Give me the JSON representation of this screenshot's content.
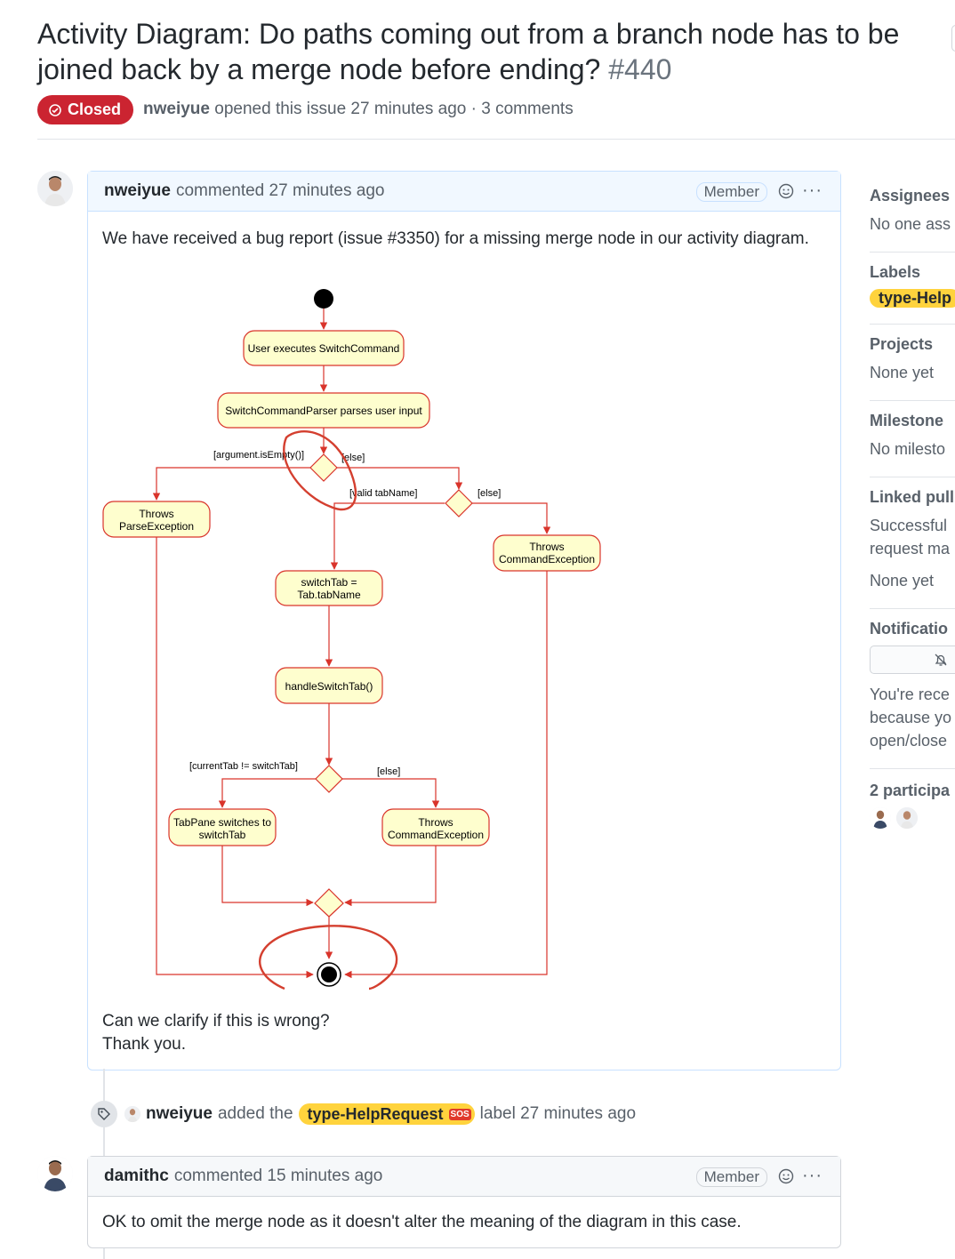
{
  "issue": {
    "title": "Activity Diagram: Do paths coming out from a branch node has to be joined back by a merge node before ending?",
    "number": "#440",
    "state": "Closed",
    "author": "nweiyue",
    "opened_text": "opened this issue 27 minutes ago · 3 comments"
  },
  "comments": [
    {
      "author": "nweiyue",
      "time": "commented 27 minutes ago",
      "badge": "Member",
      "body_1": "We have received a bug report (issue #3350) for a missing merge node in our activity diagram.",
      "body_2": "Can we clarify if this is wrong?",
      "body_3": "Thank you."
    },
    {
      "author": "damithc",
      "time": "commented 15 minutes ago",
      "badge": "Member",
      "body_1": "OK to omit the merge node as it doesn't alter the meaning of the diagram in this case."
    }
  ],
  "event": {
    "actor": "nweiyue",
    "pre": "added the",
    "label": "type-HelpRequest",
    "label_icon": "SOS",
    "post": "label 27 minutes ago"
  },
  "diagram": {
    "node_user_exec": "User executes SwitchCommand",
    "node_parser": "SwitchCommandParser parses user input",
    "guard_arg_empty": "[argument.isEmpty()]",
    "guard_else_1": "[else]",
    "guard_valid_tab": "[valid tabName]",
    "guard_else_2": "[else]",
    "node_parse_ex_1": "Throws",
    "node_parse_ex_2": "ParseException",
    "node_cmd_ex_a1": "Throws",
    "node_cmd_ex_a2": "CommandException",
    "node_switch_1": "switchTab =",
    "node_switch_2": "Tab.tabName",
    "node_handle": "handleSwitchTab()",
    "guard_current_tab": "[currentTab != switchTab]",
    "guard_else_3": "[else]",
    "node_tabpane_1": "TabPane switches to",
    "node_tabpane_2": "switchTab",
    "node_cmd_ex_b1": "Throws",
    "node_cmd_ex_b2": "CommandException"
  },
  "sidebar": {
    "assignees_title": "Assignees",
    "assignees_value": "No one ass",
    "labels_title": "Labels",
    "labels_value": "type-Help",
    "projects_title": "Projects",
    "projects_value": "None yet",
    "milestone_title": "Milestone",
    "milestone_value": "No milesto",
    "linked_title": "Linked pull",
    "linked_text_1": "Successful",
    "linked_text_2": "request ma",
    "linked_value": "None yet",
    "notifications_title": "Notificatio",
    "notif_text_1": "You're rece",
    "notif_text_2": "because yo",
    "notif_text_3": "open/close",
    "participants_title": "2 participa"
  },
  "colors": {
    "closed_red": "#cb2431",
    "label_yellow": "#ffd33d",
    "diagram_red": "#d9342b",
    "node_fill": "#fefece",
    "annotation_red": "#d43f2f"
  },
  "icons": [
    "issue-closed-icon",
    "smiley-icon",
    "kebab-icon",
    "tag-icon",
    "bell-slash-icon"
  ]
}
